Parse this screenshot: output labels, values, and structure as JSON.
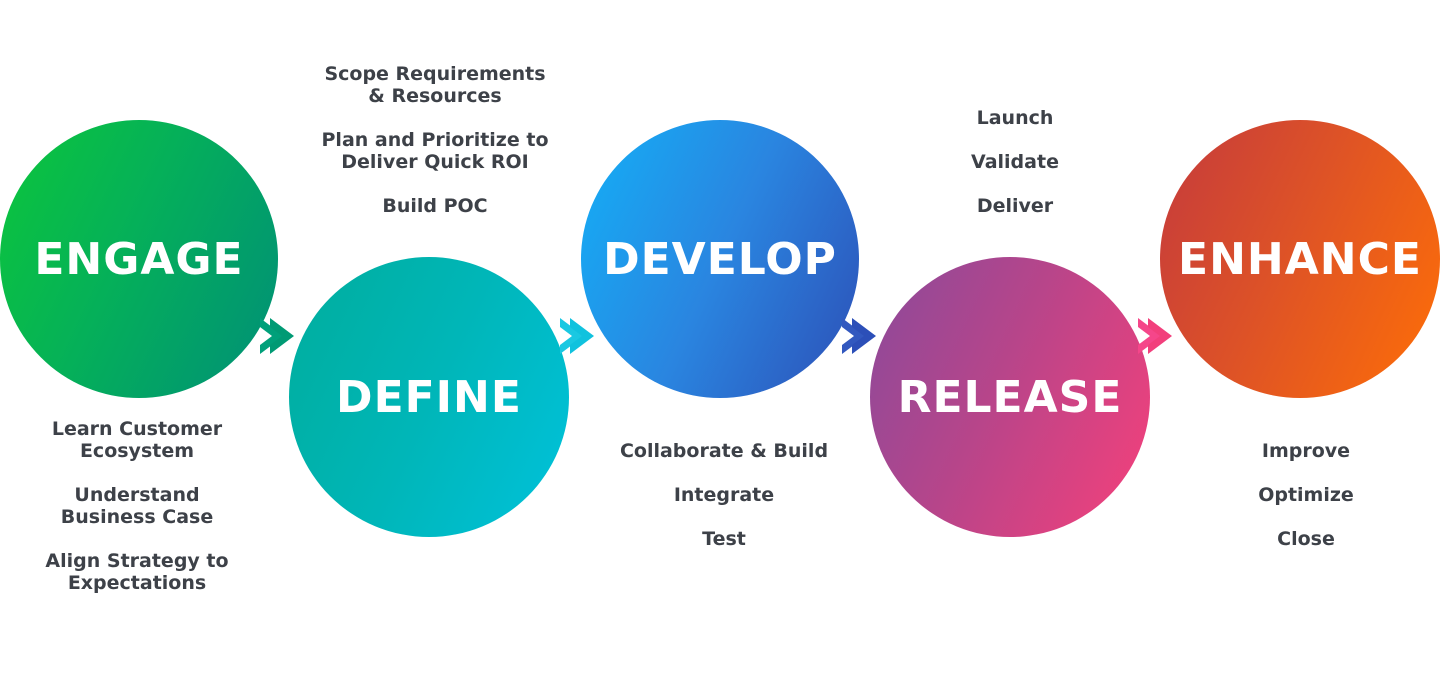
{
  "phases": [
    {
      "label": "ENGAGE",
      "items": [
        "Learn Customer\nEcosystem",
        "Understand\nBusiness Case",
        "Align Strategy to\nExpectations"
      ]
    },
    {
      "label": "DEFINE",
      "items": [
        "Scope Requirements\n& Resources",
        "Plan and Prioritize to\nDeliver Quick ROI",
        "Build POC"
      ]
    },
    {
      "label": "DEVELOP",
      "items": [
        "Collaborate & Build",
        "Integrate",
        "Test"
      ]
    },
    {
      "label": "RELEASE",
      "items": [
        "Launch",
        "Validate",
        "Deliver"
      ]
    },
    {
      "label": "ENHANCE",
      "items": [
        "Improve",
        "Optimize",
        "Close"
      ]
    }
  ],
  "colors": {
    "text": "#3d4148",
    "engage": "#05b059",
    "define": "#00b6b8",
    "develop": "#2a85e0",
    "release": "#b7458a",
    "enhance": "#dd5227",
    "arrow_1": "#009a74",
    "arrow_2": "#10c2de",
    "arrow_3": "#2c4fb8",
    "arrow_4": "#f23f7c"
  },
  "icons": {
    "connector": "double-chevron-right-icon"
  }
}
